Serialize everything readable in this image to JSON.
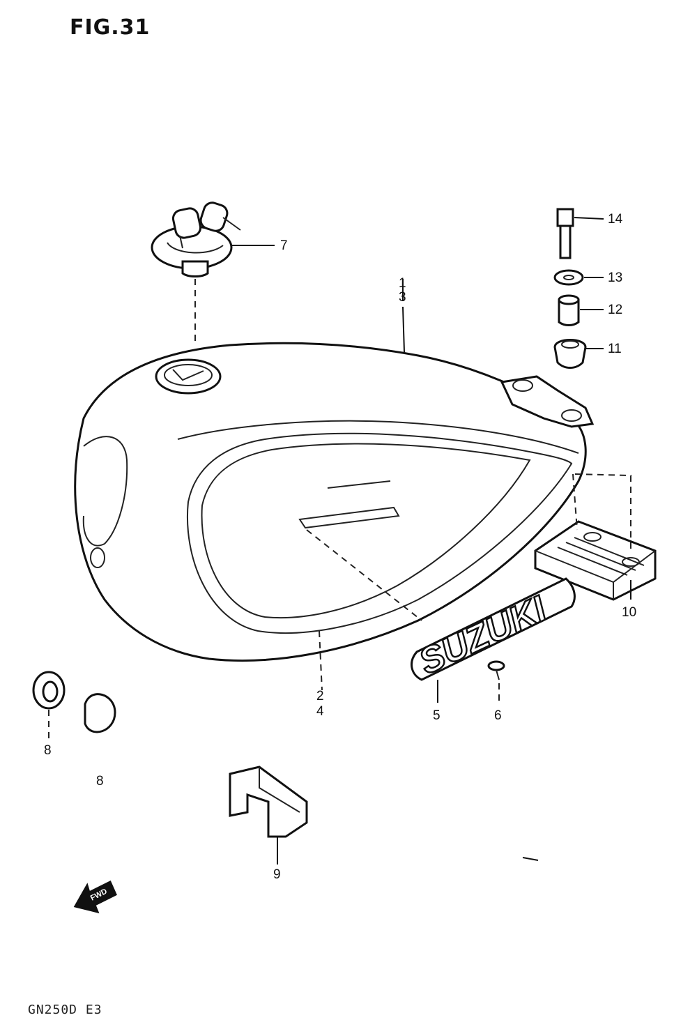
{
  "figure": {
    "title": "FIG.31",
    "model_code": "GN250D E3",
    "emblem_text": "SUZUKI",
    "fwd_arrow_text": "FWD"
  },
  "callouts": [
    {
      "id": "c3",
      "text": "3"
    },
    {
      "id": "c1",
      "text": "1"
    },
    {
      "id": "c2",
      "text": "2"
    },
    {
      "id": "c4",
      "text": "4"
    },
    {
      "id": "c5",
      "text": "5"
    },
    {
      "id": "c6",
      "text": "6"
    },
    {
      "id": "c7",
      "text": "7"
    },
    {
      "id": "c8a",
      "text": "8"
    },
    {
      "id": "c8b",
      "text": "8"
    },
    {
      "id": "c9",
      "text": "9"
    },
    {
      "id": "c10",
      "text": "10"
    },
    {
      "id": "c11",
      "text": "11"
    },
    {
      "id": "c12",
      "text": "12"
    },
    {
      "id": "c13",
      "text": "13"
    },
    {
      "id": "c14",
      "text": "14"
    }
  ]
}
